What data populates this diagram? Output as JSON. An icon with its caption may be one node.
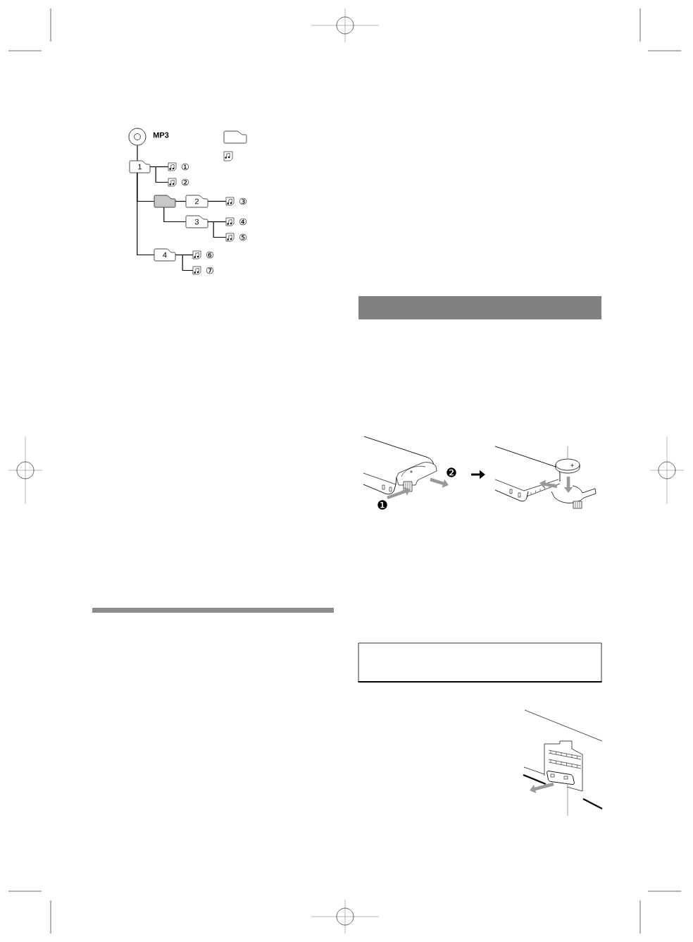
{
  "diagram": {
    "nodes": [
      {
        "text": [],
        "shape": "circle"
      },
      {
        "text": [],
        "shape": "circle",
        "beside": [
          "MP3"
        ]
      },
      {
        "text": [],
        "shape": "folder"
      },
      {
        "text": [],
        "shape": "picture"
      },
      {
        "text": [
          "1"
        ]
      },
      {
        "text": [],
        "shape": "picture",
        "beside": [
          "①"
        ]
      },
      {
        "text": [],
        "shape": "picture",
        "beside": [
          "②"
        ]
      },
      {
        "text": [],
        "shape": "folder"
      },
      {
        "text": [
          "2"
        ]
      },
      {
        "text": [],
        "shape": "picture",
        "beside": [
          "③"
        ]
      },
      {
        "text": [
          "3"
        ]
      },
      {
        "text": [],
        "shape": "picture",
        "beside": [
          "④"
        ]
      },
      {
        "text": [],
        "shape": "picture",
        "beside": [
          "⑤"
        ]
      },
      {
        "text": [
          "4"
        ]
      },
      {
        "text": [],
        "shape": "picture",
        "beside": [
          "⑥"
        ]
      },
      {
        "text": [],
        "shape": "picture",
        "beside": [
          "⑦"
        ]
      },
      {
        "text": [],
        "shape": "bar"
      },
      {
        "text": [],
        "shape": "circle"
      },
      {
        "text": [],
        "shape": "circle"
      },
      {
        "text": [],
        "shape": "circle"
      }
    ],
    "edges": [
      {
        "from": 1,
        "to": 4,
        "arrow": "none"
      },
      {
        "from": 4,
        "to": 5,
        "arrow": "none"
      },
      {
        "from": 4,
        "to": 6,
        "arrow": "none"
      },
      {
        "from": 4,
        "to": 7,
        "arrow": "none"
      },
      {
        "from": 4,
        "to": 13,
        "arrow": "none"
      },
      {
        "from": 7,
        "to": 8,
        "arrow": "none"
      },
      {
        "from": 8,
        "to": 9,
        "arrow": "none"
      },
      {
        "from": 7,
        "to": 10,
        "arrow": "none"
      },
      {
        "from": 10,
        "to": 11,
        "arrow": "none"
      },
      {
        "from": 10,
        "to": 12,
        "arrow": "none"
      },
      {
        "from": 13,
        "to": 14,
        "arrow": "none"
      },
      {
        "from": 13,
        "to": 15,
        "arrow": "none"
      }
    ],
    "labels": [
      "❶",
      "❷"
    ]
  }
}
